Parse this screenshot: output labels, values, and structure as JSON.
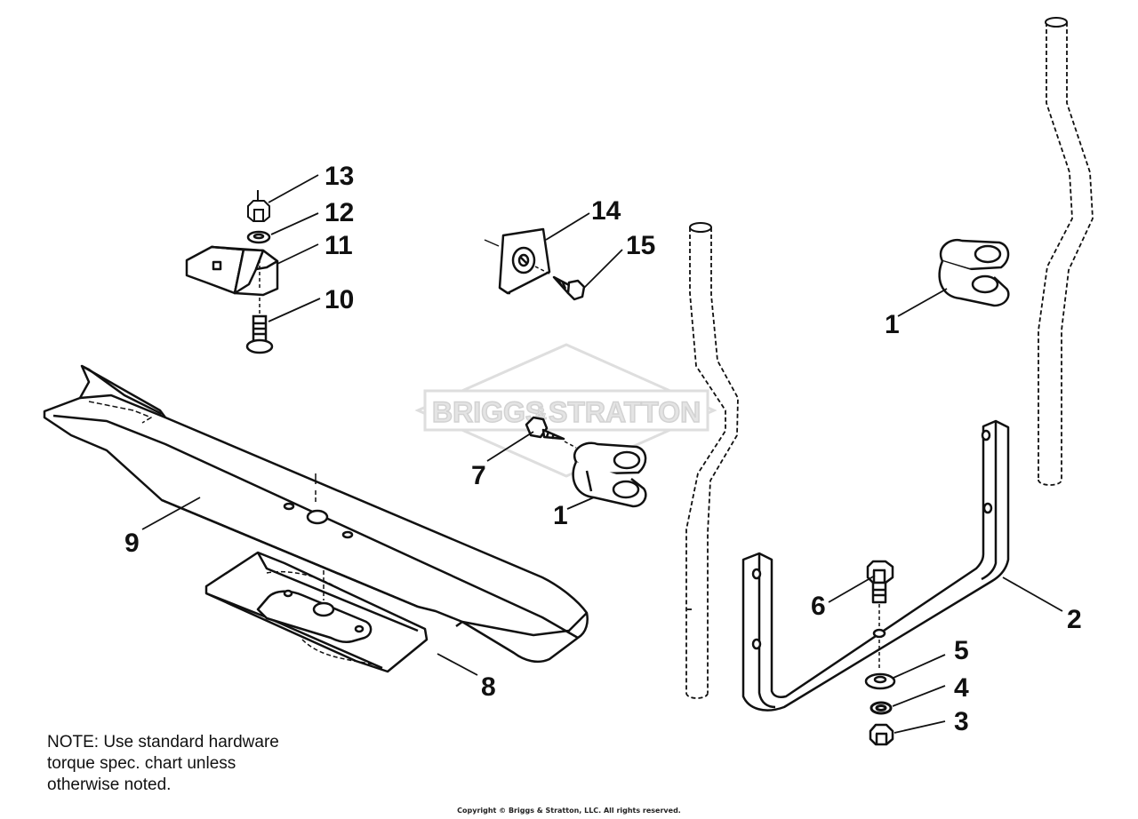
{
  "watermark": {
    "text_left": "BRIGGS",
    "text_mid": "&",
    "text_right": "STRATTON"
  },
  "callouts": [
    {
      "id": "13",
      "label": "13"
    },
    {
      "id": "12",
      "label": "12"
    },
    {
      "id": "11",
      "label": "11"
    },
    {
      "id": "10",
      "label": "10"
    },
    {
      "id": "14",
      "label": "14"
    },
    {
      "id": "15",
      "label": "15"
    },
    {
      "id": "7",
      "label": "7"
    },
    {
      "id": "1a",
      "label": "1"
    },
    {
      "id": "1b",
      "label": "1"
    },
    {
      "id": "9",
      "label": "9"
    },
    {
      "id": "8",
      "label": "8"
    },
    {
      "id": "6",
      "label": "6"
    },
    {
      "id": "2",
      "label": "2"
    },
    {
      "id": "5",
      "label": "5"
    },
    {
      "id": "4",
      "label": "4"
    },
    {
      "id": "3",
      "label": "3"
    }
  ],
  "note": {
    "line1": "NOTE:  Use standard hardware",
    "line2": "torque spec. chart unless",
    "line3": "otherwise noted."
  },
  "copyright": "Copyright © Briggs & Stratton, LLC. All rights reserved.",
  "colors": {
    "ink": "#111111",
    "watermark": "#dcdcdc",
    "background": "#ffffff"
  }
}
